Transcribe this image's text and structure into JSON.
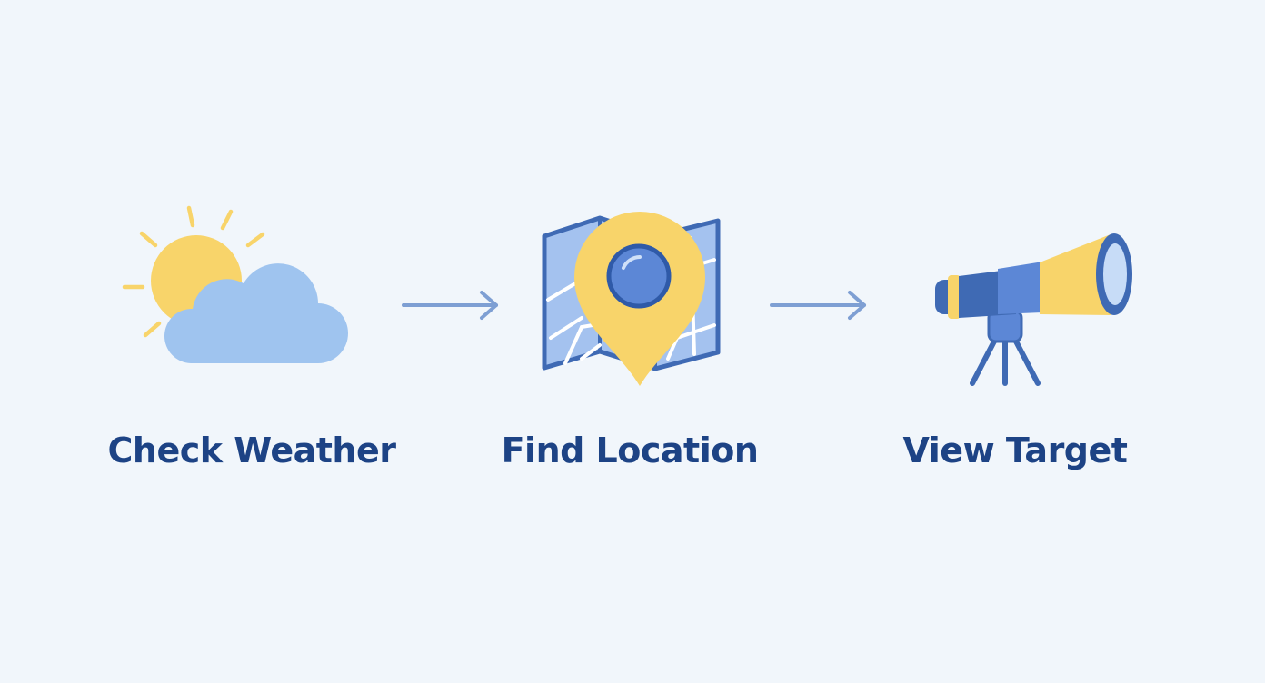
{
  "colors": {
    "background": "#f1f6fb",
    "label_text": "#1d4385",
    "primary_blue": "#3f6ab4",
    "light_blue": "#9fc4ef",
    "mid_blue": "#5c87d6",
    "yellow": "#f8d46a",
    "arrow": "#7e9fd3"
  },
  "steps": [
    {
      "label": "Check Weather",
      "icon": "sun-cloud-icon"
    },
    {
      "label": "Find Location",
      "icon": "map-pin-icon"
    },
    {
      "label": "View Target",
      "icon": "telescope-icon"
    }
  ],
  "connectors": [
    {
      "icon": "arrow-right-icon"
    },
    {
      "icon": "arrow-right-icon"
    }
  ]
}
